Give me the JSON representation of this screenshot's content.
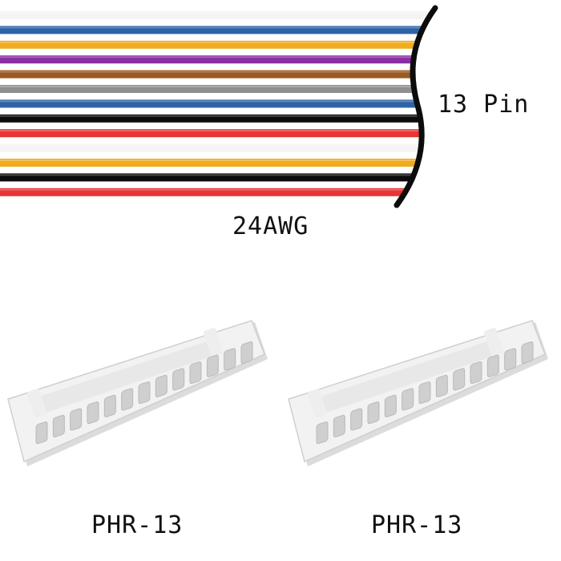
{
  "cable": {
    "pin_count_label": "13 Pin",
    "gauge_label": "24AWG",
    "wire_colors": [
      "#f4f4f4",
      "#2f63a6",
      "#f0ab1e",
      "#8a2fa3",
      "#9a5a22",
      "#8f8f8f",
      "#2f63a6",
      "#0c0c0c",
      "#e83434",
      "#f4f4f4",
      "#f0ab1e",
      "#0c0c0c",
      "#e83434"
    ]
  },
  "connectors": [
    {
      "label": "PHR-13",
      "pins": 13,
      "color": "#f2f2f2"
    },
    {
      "label": "PHR-13",
      "pins": 13,
      "color": "#f2f2f2"
    }
  ]
}
